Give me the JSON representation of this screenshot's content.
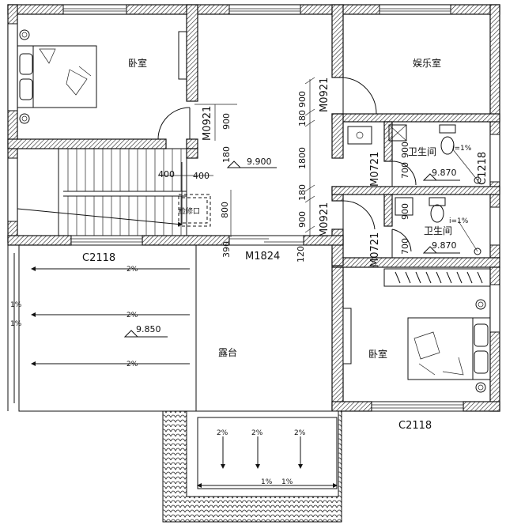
{
  "rooms": {
    "bedroom_nw": "卧室",
    "entertainment": "娱乐室",
    "bath_upper": "卫生间",
    "bath_lower": "卫生间",
    "terrace": "露台",
    "bedroom_se": "卧室",
    "inspection": "检修口"
  },
  "doors": {
    "m0921_left": "M0921",
    "m0921_right_top": "M0921",
    "m0921_right_bottom": "M0921",
    "m0721_top": "M0721",
    "m0721_bottom": "M0721",
    "m1824": "M1824"
  },
  "windows": {
    "c2118_left": "C2118",
    "c2118_bottom": "C2118",
    "c1218": "C1218"
  },
  "dims": {
    "d900_a": "900",
    "d180_a": "180",
    "d900_b": "900",
    "d180_b": "180",
    "d1800": "1800",
    "d180_c": "180",
    "d900_c": "900",
    "d400_a": "400",
    "d400_b": "400",
    "d800": "800",
    "d390": "390",
    "d120": "120",
    "d700_a": "700",
    "d900_d": "900",
    "d700_b": "700",
    "d900_e": "900"
  },
  "elevations": {
    "hall": "9.900",
    "bath_upper": "9.870",
    "bath_lower": "9.870",
    "terrace": "9.850"
  },
  "slopes": {
    "t1": "2%",
    "t2": "2%",
    "t3": "2%",
    "s1": "2%",
    "s2": "2%",
    "s3": "2%",
    "side1": "1%",
    "side2": "1%",
    "bot1": "1%",
    "bot2": "1%",
    "bath1": "i=1%",
    "bath2": "i=1%"
  }
}
